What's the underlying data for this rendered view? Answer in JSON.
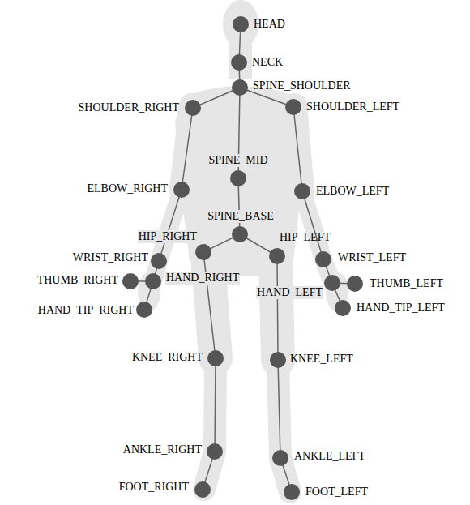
{
  "diagram": {
    "labels": [
      "HEAD",
      "NECK",
      "SPINE_SHOULDER",
      "SHOULDER_RIGHT",
      "SHOULDER_LEFT",
      "SPINE_MID",
      "ELBOW_RIGHT",
      "ELBOW_LEFT",
      "SPINE_BASE",
      "HIP_RIGHT",
      "HIP_LEFT",
      "WRIST_RIGHT",
      "WRIST_LEFT",
      "THUMB_RIGHT",
      "HAND_RIGHT",
      "HAND_LEFT",
      "THUMB_LEFT",
      "HAND_TIP_RIGHT",
      "HAND_TIP_LEFT",
      "KNEE_RIGHT",
      "KNEE_LEFT",
      "ANKLE_RIGHT",
      "ANKLE_LEFT",
      "FOOT_RIGHT",
      "FOOT_LEFT"
    ]
  }
}
